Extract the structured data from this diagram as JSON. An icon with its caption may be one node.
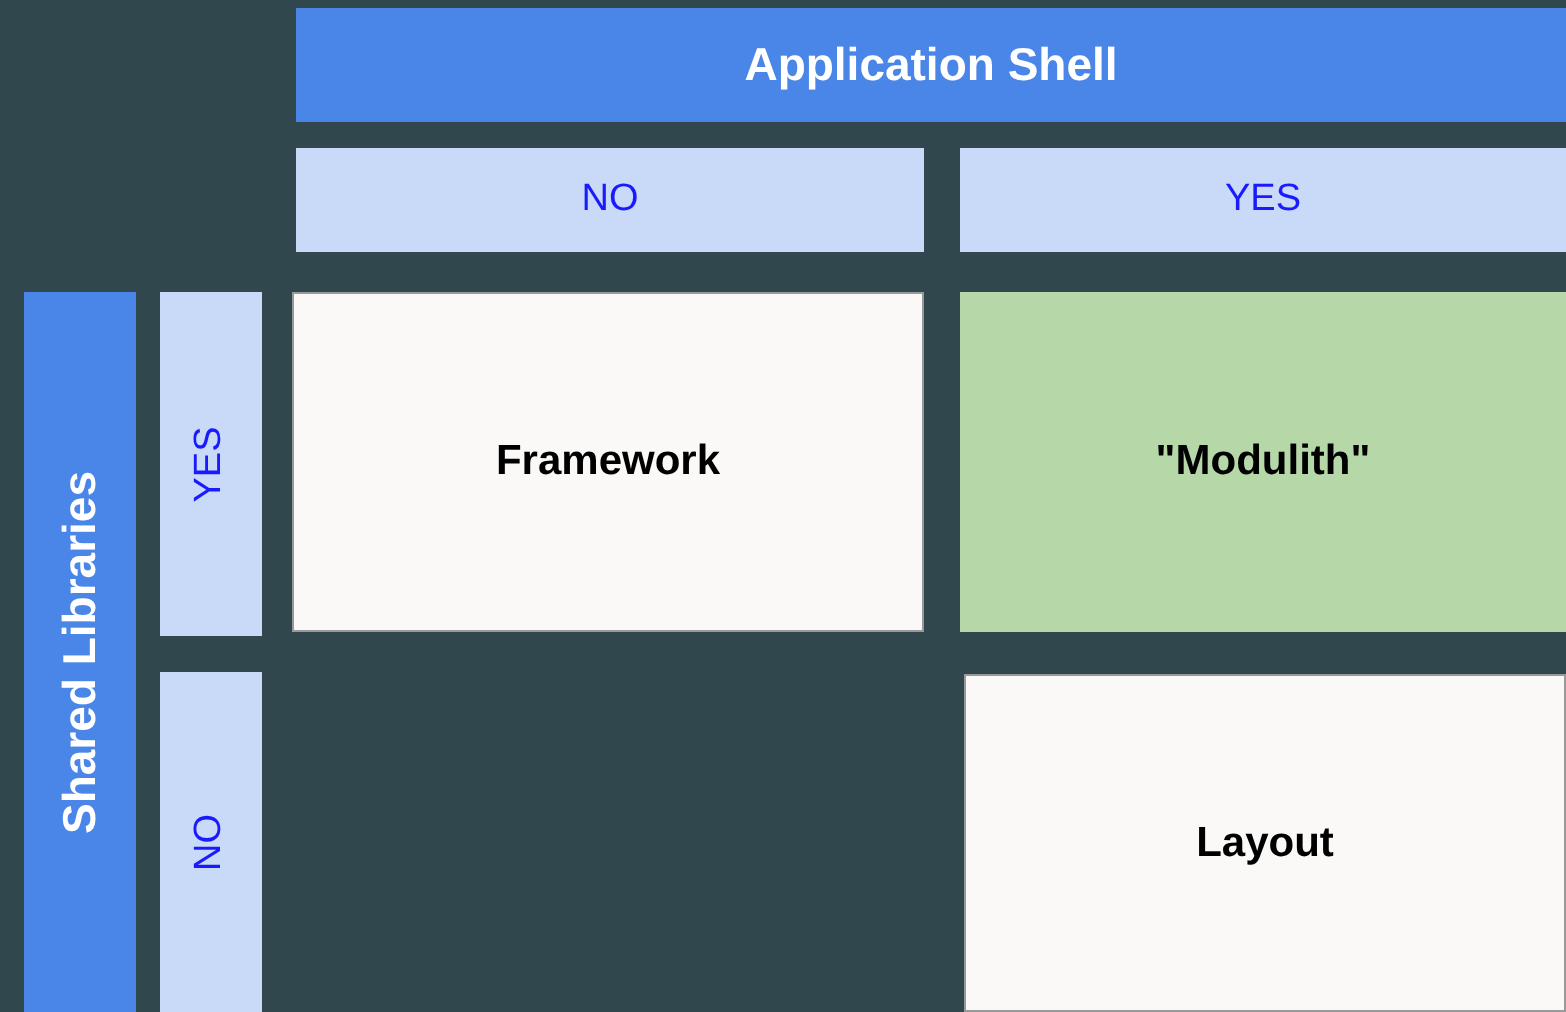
{
  "diagram": {
    "nodes": [
      {
        "text": [
          "Application Shell"
        ]
      },
      {
        "text": [
          "NO"
        ]
      },
      {
        "text": [
          "YES"
        ]
      },
      {
        "text": [
          "Shared Libraries"
        ]
      },
      {
        "text": [
          "YES"
        ]
      },
      {
        "text": [
          "Framework"
        ]
      },
      {
        "text": [
          "\"Modulith\""
        ]
      },
      {
        "text": [
          "NO"
        ]
      },
      {
        "text": [
          "Layout"
        ]
      }
    ]
  }
}
